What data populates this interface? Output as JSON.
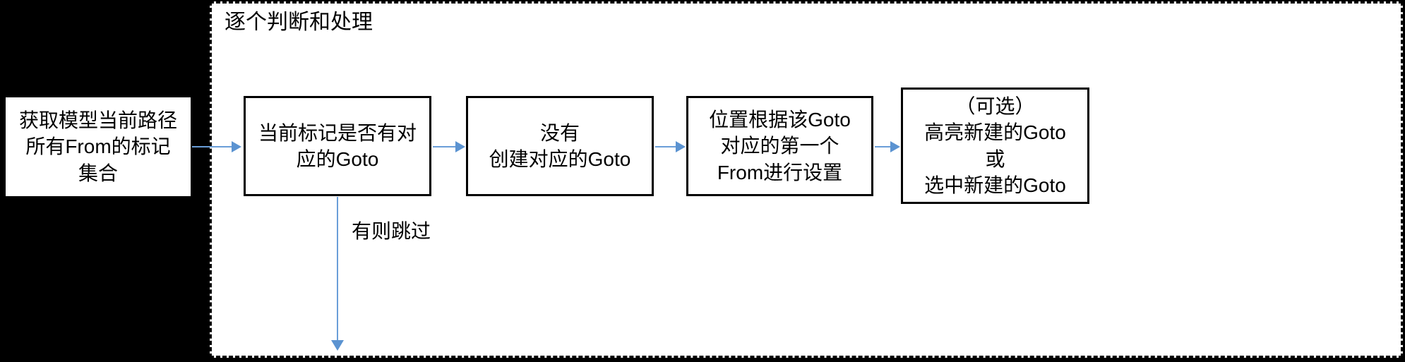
{
  "diagram": {
    "type": "flowchart",
    "orientation": "left-to-right",
    "background_color": "#000000",
    "group": {
      "title": "逐个判断和处理",
      "border_style": "dashed",
      "border_color": "#000000",
      "fill_color": "#ffffff"
    },
    "nodes": [
      {
        "id": "start",
        "name": "get-from-marks",
        "shape": "rectangle",
        "lines": [
          "获取模型当前路径",
          "所有From的标记",
          "集合"
        ],
        "text": "获取模型当前路径\n所有From的标记\n集合",
        "inside_group": false
      },
      {
        "id": "check",
        "name": "check-has-goto",
        "shape": "rectangle",
        "lines": [
          "当前标记是否有对",
          "应的Goto"
        ],
        "text": "当前标记是否有对\n应的Goto",
        "inside_group": true
      },
      {
        "id": "create",
        "name": "create-goto",
        "shape": "rectangle",
        "lines": [
          "没有",
          "创建对应的Goto"
        ],
        "text": "没有\n创建对应的Goto",
        "inside_group": true
      },
      {
        "id": "setpos",
        "name": "set-position-from-first-from",
        "shape": "rectangle",
        "lines": [
          "位置根据该Goto",
          "对应的第一个",
          "From进行设置"
        ],
        "text": "位置根据该Goto\n对应的第一个\nFrom进行设置",
        "inside_group": true
      },
      {
        "id": "optional",
        "name": "highlight-or-select-goto",
        "shape": "rectangle",
        "lines": [
          "（可选）",
          "高亮新建的Goto",
          "或",
          "选中新建的Goto"
        ],
        "text": "（可选）\n高亮新建的Goto\n或\n选中新建的Goto",
        "inside_group": true
      }
    ],
    "edges": [
      {
        "id": "e1",
        "name": "edge-start-to-check",
        "from": "start",
        "to": "check",
        "label": "",
        "direction": "right",
        "color": "#5b93d1"
      },
      {
        "id": "e2",
        "name": "edge-check-to-create",
        "from": "check",
        "to": "create",
        "label": "",
        "direction": "right",
        "color": "#5b93d1"
      },
      {
        "id": "e3",
        "name": "edge-create-to-setpos",
        "from": "create",
        "to": "setpos",
        "label": "",
        "direction": "right",
        "color": "#5b93d1"
      },
      {
        "id": "e4",
        "name": "edge-setpos-to-optional",
        "from": "setpos",
        "to": "optional",
        "label": "",
        "direction": "right",
        "color": "#5b93d1"
      },
      {
        "id": "e5",
        "name": "edge-check-skip",
        "from": "check",
        "to": "",
        "label": "有则跳过",
        "direction": "down",
        "color": "#5b93d1"
      }
    ]
  }
}
